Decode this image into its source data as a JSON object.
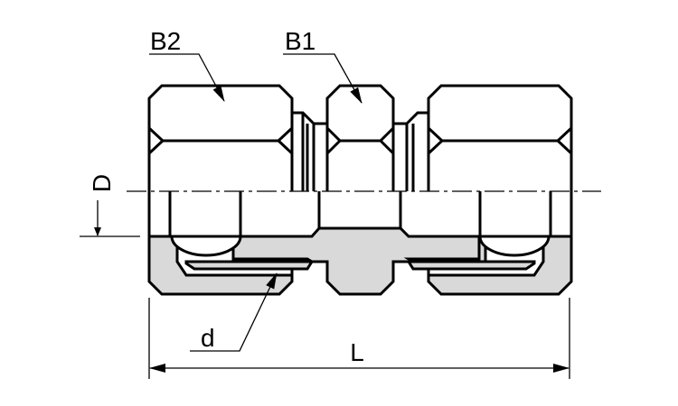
{
  "labels": {
    "b2": "B2",
    "b1": "B1",
    "d_outer": "D",
    "d_inner": "d",
    "length": "L"
  },
  "colors": {
    "section_fill": "#d9d9d9",
    "line": "#000000"
  }
}
